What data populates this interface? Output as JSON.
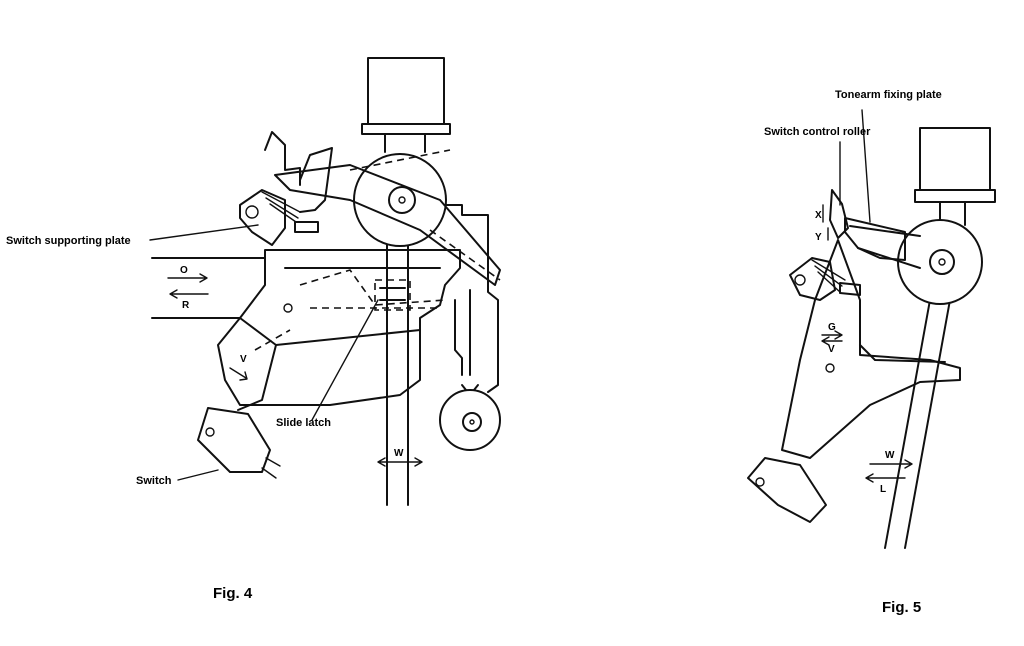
{
  "figure4": {
    "caption": "Fig. 4",
    "labels": {
      "switch_supporting_plate": "Switch supporting plate",
      "slide_latch": "Slide latch",
      "switch": "Switch"
    },
    "arrows": {
      "o": "O",
      "r": "R",
      "v": "V",
      "w": "W"
    }
  },
  "figure5": {
    "caption": "Fig. 5",
    "labels": {
      "tonearm_fixing_plate": "Tonearm fixing plate",
      "switch_control_roller": "Switch control roller"
    },
    "arrows": {
      "x": "X",
      "y": "Y",
      "g": "G",
      "v": "V",
      "w": "W",
      "l": "L"
    }
  }
}
